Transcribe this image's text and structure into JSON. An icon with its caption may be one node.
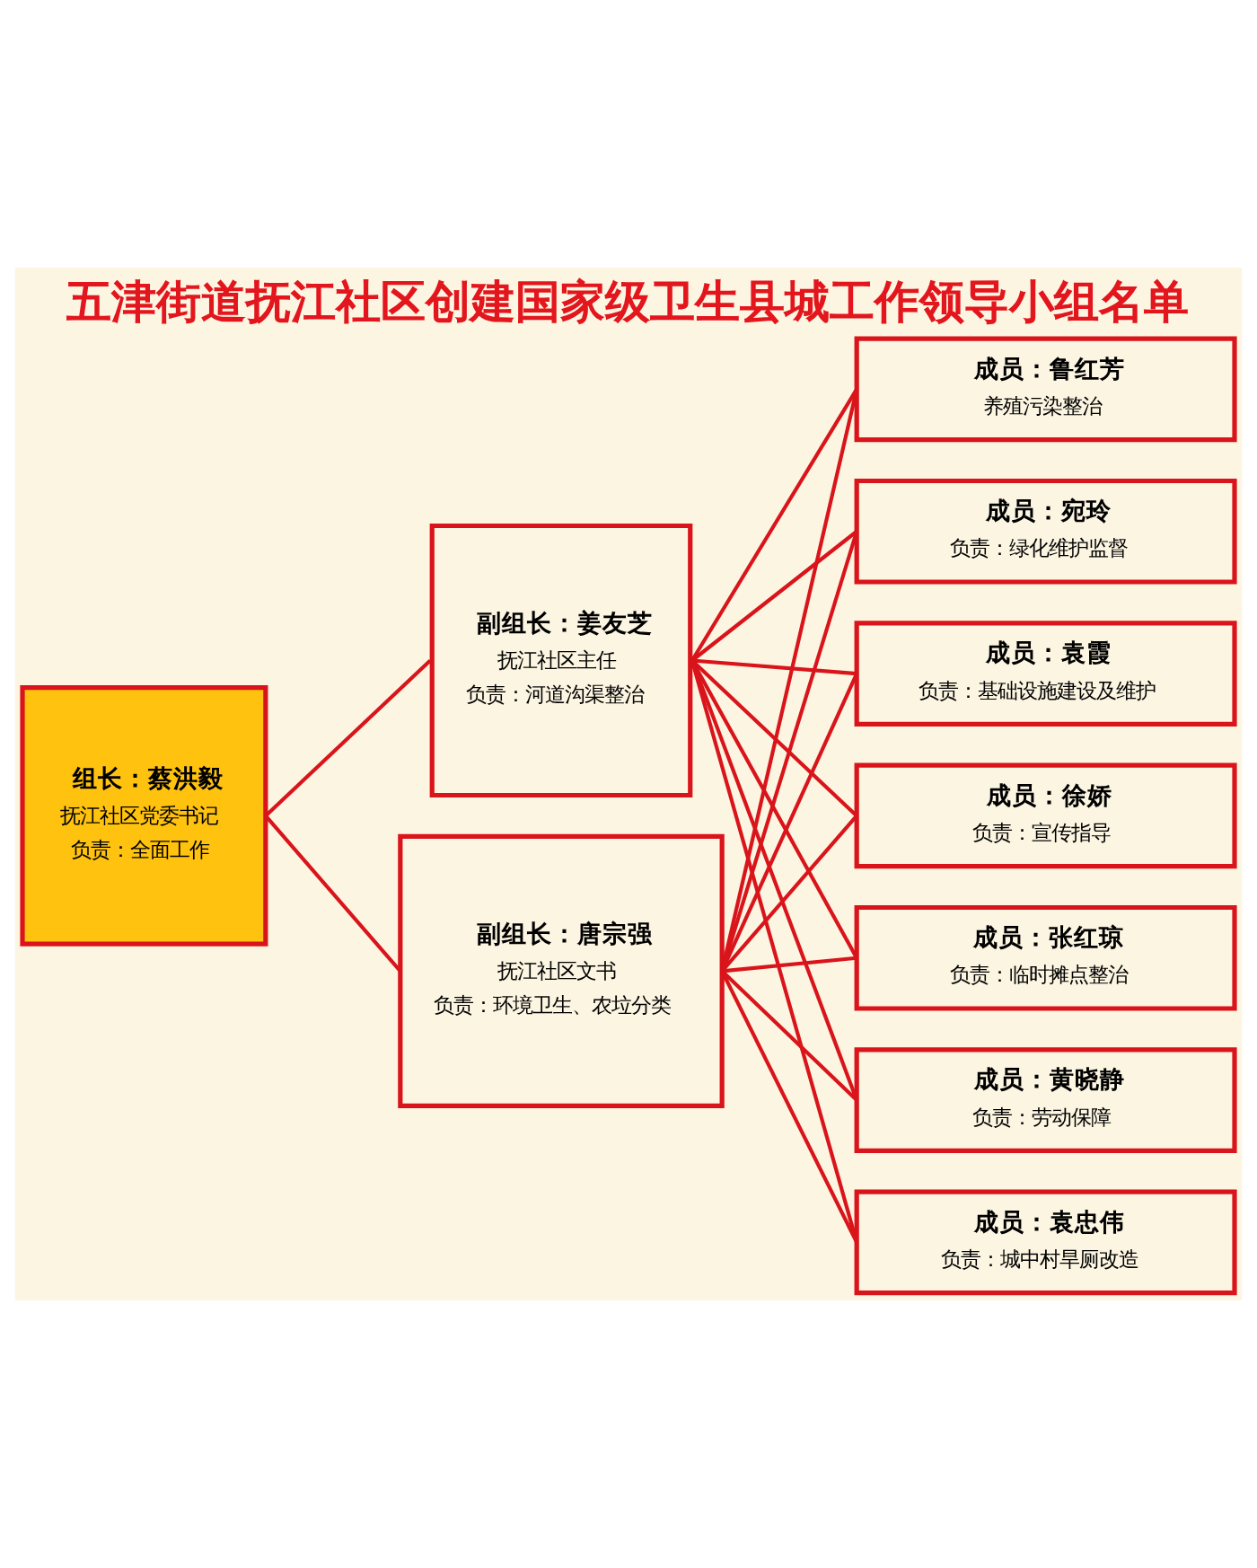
{
  "diagram": {
    "title": "五津街道抚江社区创建国家级卫生县城工作领导小组名单",
    "nodes": [
      {
        "text": [
          "组长：蔡洪毅",
          "抚江社区党委书记",
          "负责：全面工作"
        ]
      },
      {
        "text": [
          "副组长：姜友芝",
          "抚江社区主任",
          "负责：河道沟渠整治"
        ]
      },
      {
        "text": [
          "副组长：唐宗强",
          "抚江社区文书",
          "负责：环境卫生、农垃分类"
        ]
      },
      {
        "text": [
          "成员：鲁红芳",
          "养殖污染整治"
        ]
      },
      {
        "text": [
          "成员：宛玲",
          "负责：绿化维护监督"
        ]
      },
      {
        "text": [
          "成员：袁霞",
          "负责：基础设施建设及维护"
        ]
      },
      {
        "text": [
          "成员：徐娇",
          "负责：宣传指导"
        ]
      },
      {
        "text": [
          "成员：张红琼",
          "负责：临时摊点整治"
        ]
      },
      {
        "text": [
          "成员：黄晓静",
          "负责：劳动保障"
        ]
      },
      {
        "text": [
          "成员：袁忠伟",
          "负责：城中村旱厕改造"
        ]
      }
    ],
    "edges": [
      {
        "from": 0,
        "to": 1,
        "arrow": "none"
      },
      {
        "from": 0,
        "to": 2,
        "arrow": "none"
      },
      {
        "from": 1,
        "to": 3,
        "arrow": "none"
      },
      {
        "from": 1,
        "to": 4,
        "arrow": "none"
      },
      {
        "from": 1,
        "to": 5,
        "arrow": "none"
      },
      {
        "from": 1,
        "to": 6,
        "arrow": "none"
      },
      {
        "from": 1,
        "to": 7,
        "arrow": "none"
      },
      {
        "from": 1,
        "to": 8,
        "arrow": "none"
      },
      {
        "from": 1,
        "to": 9,
        "arrow": "none"
      },
      {
        "from": 2,
        "to": 3,
        "arrow": "none"
      },
      {
        "from": 2,
        "to": 4,
        "arrow": "none"
      },
      {
        "from": 2,
        "to": 5,
        "arrow": "none"
      },
      {
        "from": 2,
        "to": 6,
        "arrow": "none"
      },
      {
        "from": 2,
        "to": 7,
        "arrow": "none"
      },
      {
        "from": 2,
        "to": 8,
        "arrow": "none"
      },
      {
        "from": 2,
        "to": 9,
        "arrow": "none"
      }
    ]
  }
}
